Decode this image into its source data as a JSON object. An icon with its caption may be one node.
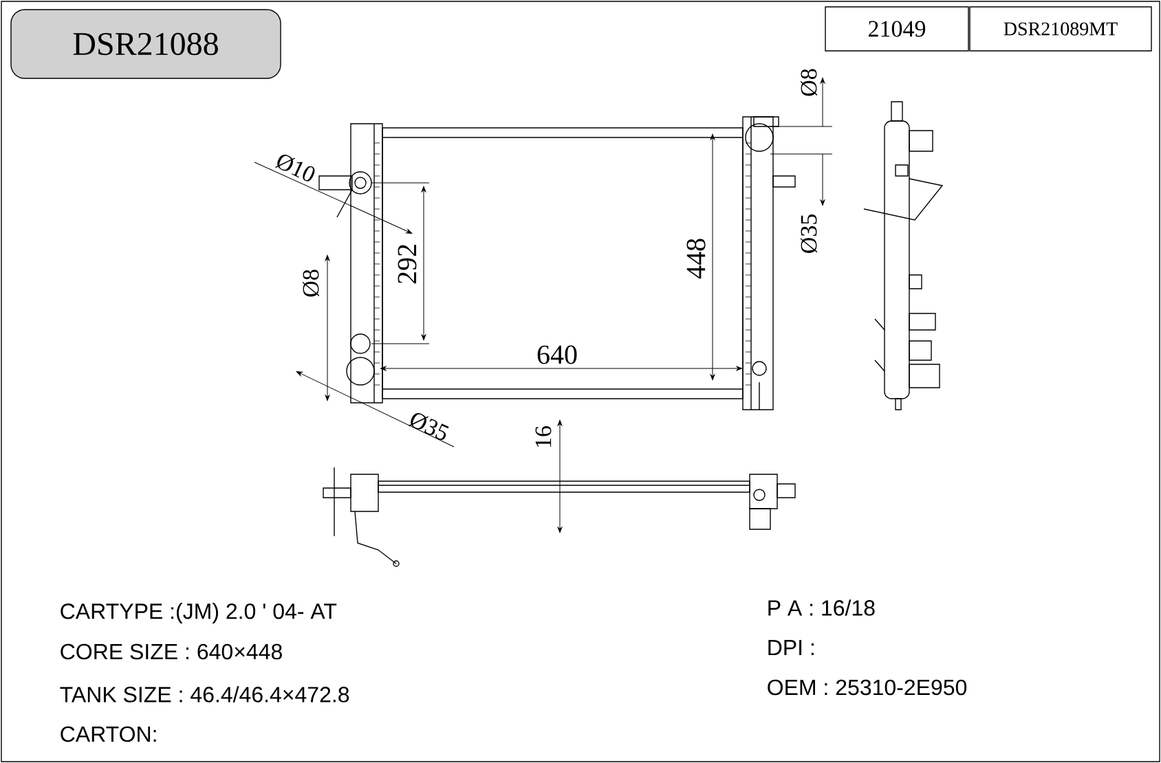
{
  "diagram": {
    "nodes": [
      {
        "text": [
          "DSR21088"
        ]
      },
      {
        "text": [
          "21049"
        ]
      },
      {
        "text": [
          "DSR21089MT"
        ]
      }
    ],
    "edges": [],
    "labels": [
      "Ø8",
      "Ø10",
      "292",
      "448",
      "Ø8",
      "Ø35",
      "640",
      "Ø35",
      "16",
      "CARTYPE :(JM) 2.0 ' 04- AT",
      "P A : 16/18",
      "CORE SIZE : 640×448",
      "DPI :",
      "TANK SIZE : 46.4/46.4×472.8",
      "OEM : 25310-2E950",
      "CARTON:"
    ]
  }
}
